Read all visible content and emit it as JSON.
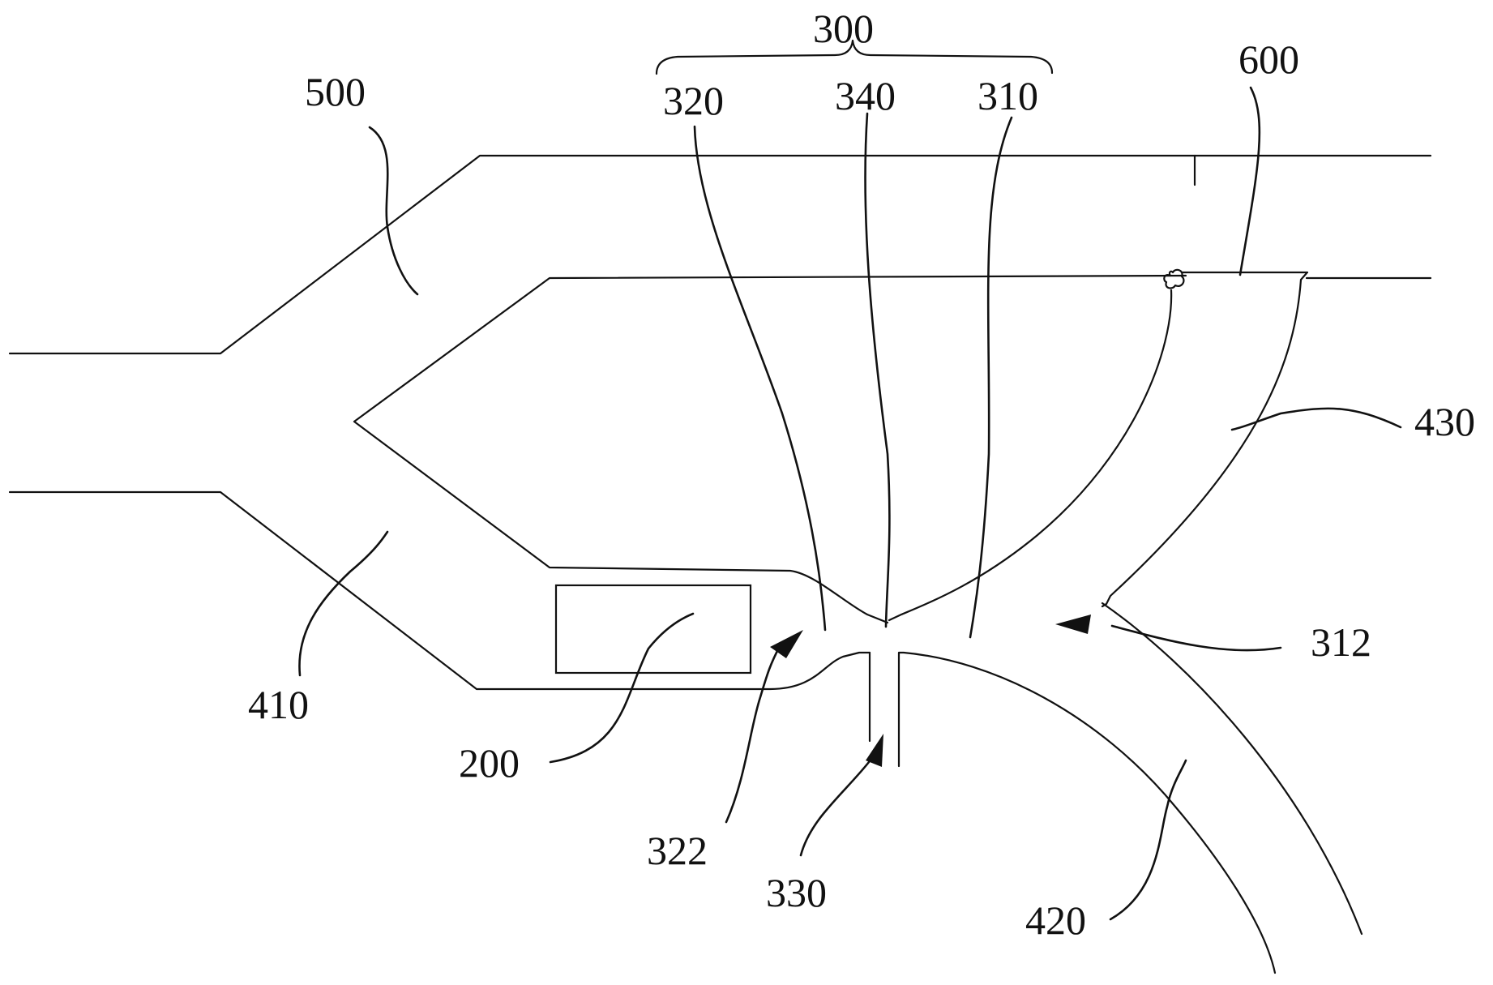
{
  "labels": {
    "l300": "300",
    "l320": "320",
    "l340": "340",
    "l310": "310",
    "l600": "600",
    "l500": "500",
    "l430": "430",
    "l410": "410",
    "l312": "312",
    "l200": "200",
    "l322": "322",
    "l330": "330",
    "l420": "420"
  },
  "colors": {
    "ink": "#111111",
    "paper": "#ffffff"
  }
}
